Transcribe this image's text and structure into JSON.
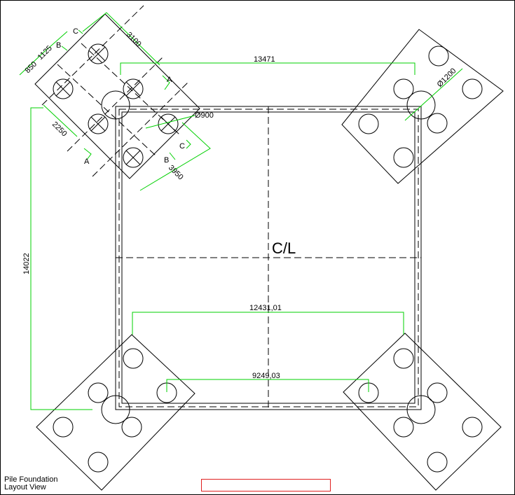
{
  "caption": {
    "line1": "Pile Foundation",
    "line2": "Layout View"
  },
  "labels": {
    "centerline": "C/L",
    "section_a": "A",
    "section_b": "B",
    "section_c": "C"
  },
  "dimensions": {
    "d3100": "3100",
    "d850": "850",
    "d1125": "1125",
    "d2250": "2250",
    "d3950": "3950",
    "d900": "Ø900",
    "d1200": "Ø1200",
    "d13471": "13471",
    "d14022": "14022",
    "d12431": "12431,01",
    "d9249": "9249,03"
  },
  "title_block": {
    "text": ""
  },
  "colors": {
    "dimension": "#00d000",
    "title_box": "#e02020",
    "line": "#000000"
  }
}
